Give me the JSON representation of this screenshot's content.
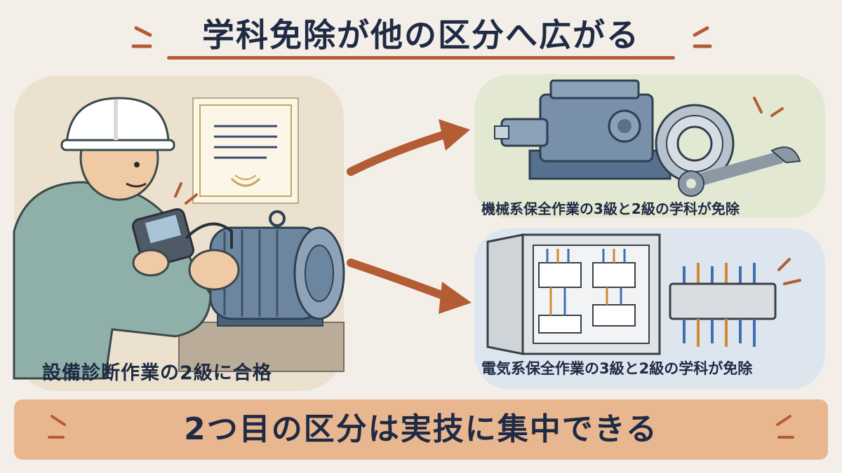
{
  "title": "学科免除が他の区分へ広がる",
  "left_caption": "設備診断作業の2級に合格",
  "right_top_caption": "機械系保全作業の3級と2級の学科が免除",
  "right_bottom_caption": "電気系保全作業の3級と2級の学科が免除",
  "banner_text": "2つ目の区分は実技に集中できる",
  "colors": {
    "background": "#f3efe8",
    "accent_orange": "#b45c34",
    "text_navy": "#1f2a44",
    "banner": "#e9b78f",
    "panel_left": "#ece1cf",
    "panel_mechanical": "#e3e8d3",
    "panel_electrical": "#dde6ee"
  },
  "icons": [
    "hard-hat-icon",
    "certificate-icon",
    "vibration-meter-icon",
    "electric-motor-icon",
    "gear-reducer-icon",
    "ball-bearing-icon",
    "wrench-icon",
    "control-panel-icon",
    "terminal-block-icon",
    "arrow-right-icon"
  ]
}
